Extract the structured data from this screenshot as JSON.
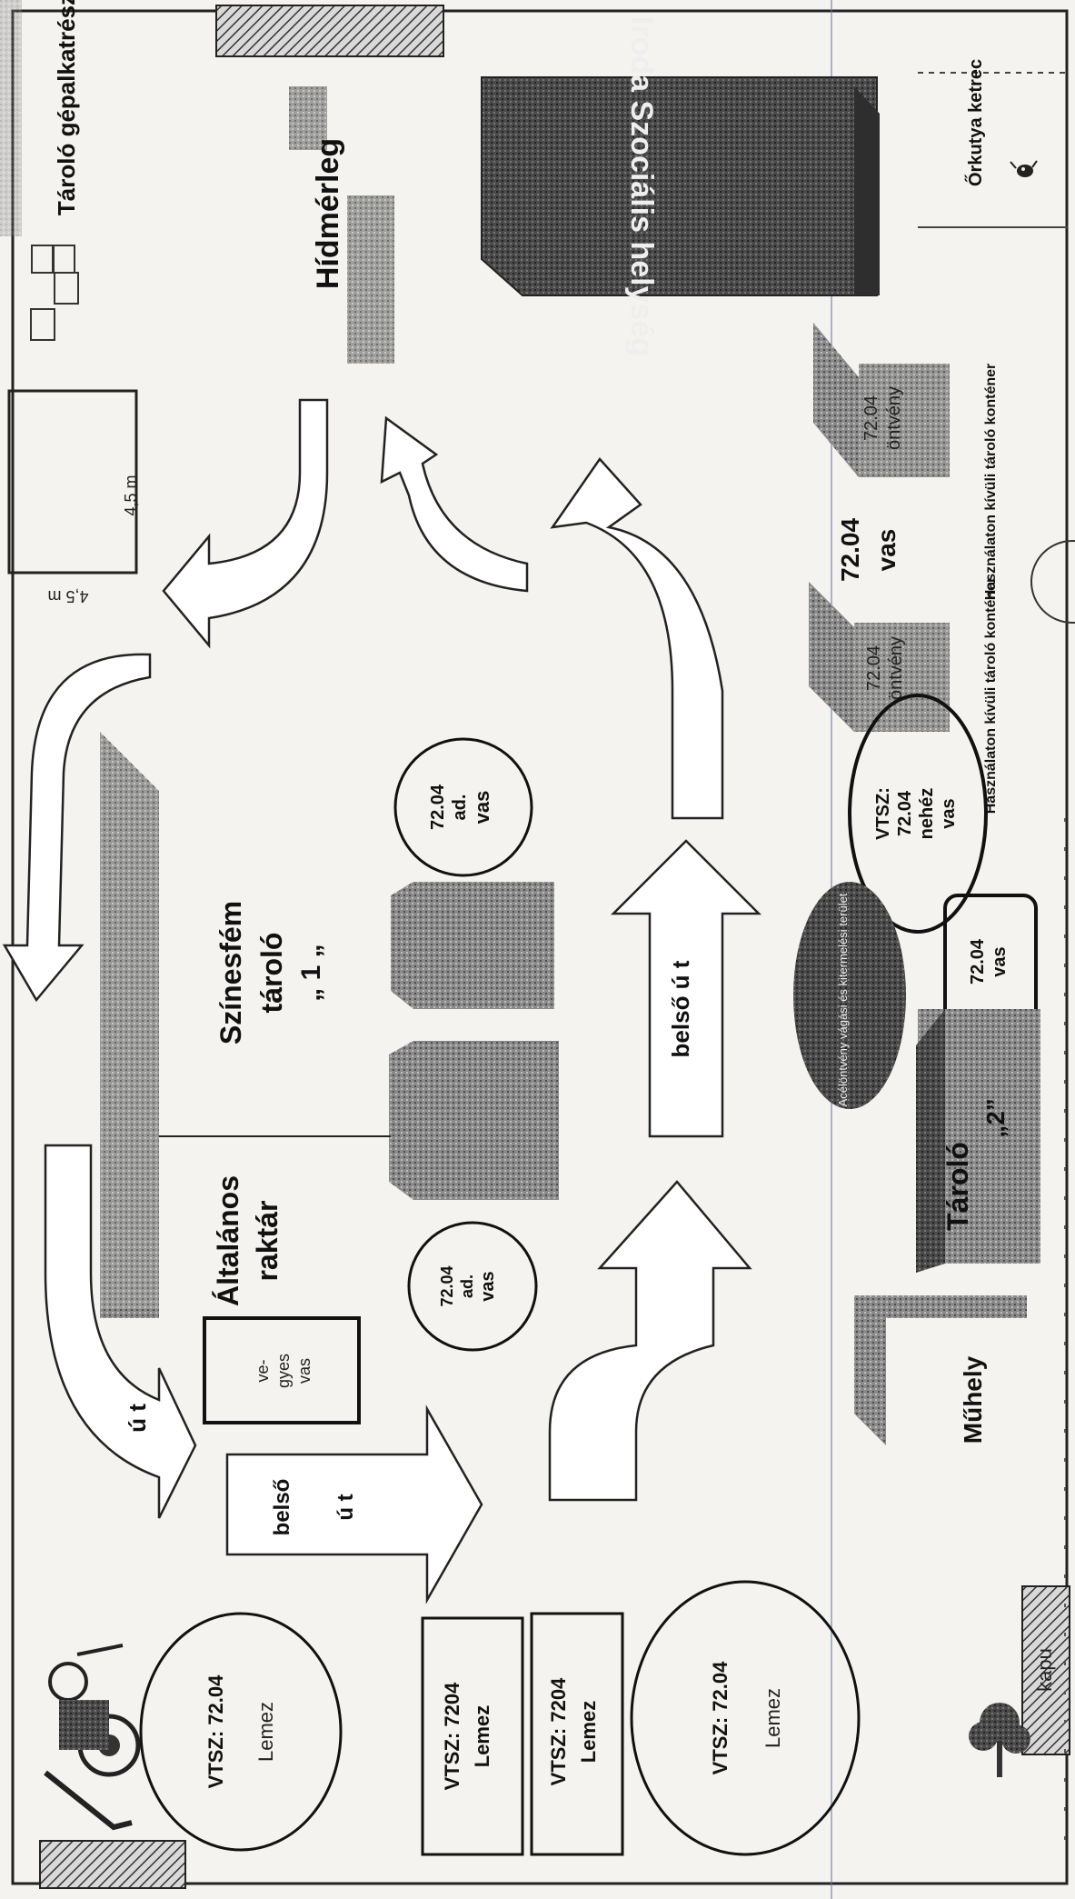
{
  "gates": {
    "top": "kapu",
    "bottom": "kapu"
  },
  "areas": {
    "parts_storage": "Tároló gépalkatrész",
    "weighbridge": "Hídmérleg",
    "office": "Iroda Szociális helység",
    "dog_kennel": "Őrkutya ketrec",
    "nonferrous_storage": {
      "line1": "Színesfém",
      "line2": "tároló",
      "line3": "„ 1 „"
    },
    "general_warehouse": {
      "line1": "Általános",
      "line2": "raktár"
    },
    "storage_2": {
      "line1": "Tároló",
      "line2": "„2”"
    },
    "workshop": "Műhely",
    "cutting_area": "Acélöntvény vágási és kitermelési terület",
    "shed_dimension_a": "4,5 m",
    "shed_dimension_b": "4,5 m"
  },
  "containers": {
    "upper": {
      "code": "72.04",
      "label": "öntvény"
    },
    "upper_caption": "Használaton kívüli tároló konténer",
    "middle": {
      "code": "72.04",
      "label": "vas"
    },
    "lower": {
      "code": "72.04",
      "label": "öntvény"
    },
    "lower_caption": "Használaton kívüli tároló konténer"
  },
  "piles": {
    "ad_vas_upper": {
      "code": "72.04",
      "sub": "ad.",
      "label": "vas"
    },
    "ad_vas_lower": {
      "code": "72.04",
      "sub": "ad.",
      "label": "vas"
    },
    "heavy": {
      "prefix": "VTSZ:",
      "code": "72.04",
      "sub": "nehéz",
      "label": "vas"
    },
    "vas_box": {
      "code": "72.04",
      "label": "vas"
    },
    "mixed": {
      "line1": "ve-",
      "line2": "gyes",
      "line3": "vas"
    },
    "lemez_left": {
      "code": "VTSZ: 72.04",
      "label": "Lemez"
    },
    "lemez_right": {
      "code": "VTSZ: 72.04",
      "label": "Lemez"
    },
    "lemez_box_1": {
      "code": "VTSZ: 7204",
      "label": "Lemez"
    },
    "lemez_box_2": {
      "code": "VTSZ: 7204",
      "label": "Lemez"
    }
  },
  "roads": {
    "ut": "ú t",
    "belso_ut_left": {
      "line1": "belső",
      "line2": "ú t"
    },
    "belso_ut_right": "belső ú t"
  },
  "icons": [
    "tractor-icon",
    "tree-icon",
    "dog-icon",
    "stamp-seal-icon"
  ]
}
